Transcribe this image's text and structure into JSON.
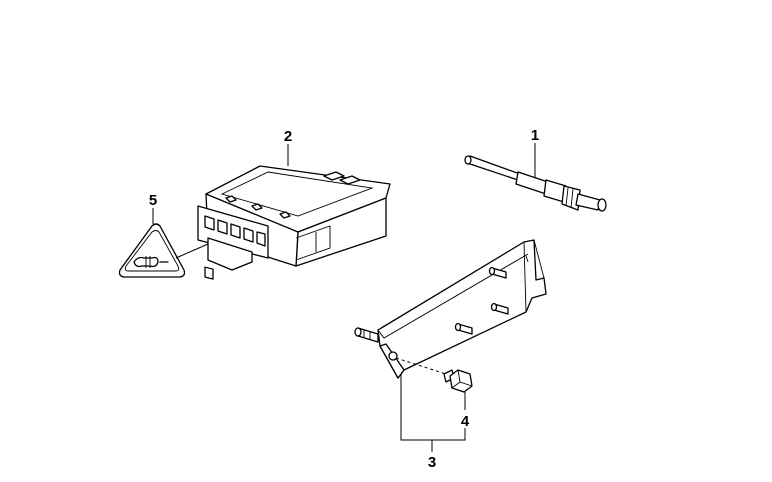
{
  "diagram": {
    "callouts": [
      {
        "id": "1",
        "label": "1"
      },
      {
        "id": "2",
        "label": "2"
      },
      {
        "id": "3",
        "label": "3"
      },
      {
        "id": "4",
        "label": "4"
      },
      {
        "id": "5",
        "label": "5"
      }
    ]
  },
  "colors": {
    "line": "#000000",
    "background": "#ffffff"
  }
}
